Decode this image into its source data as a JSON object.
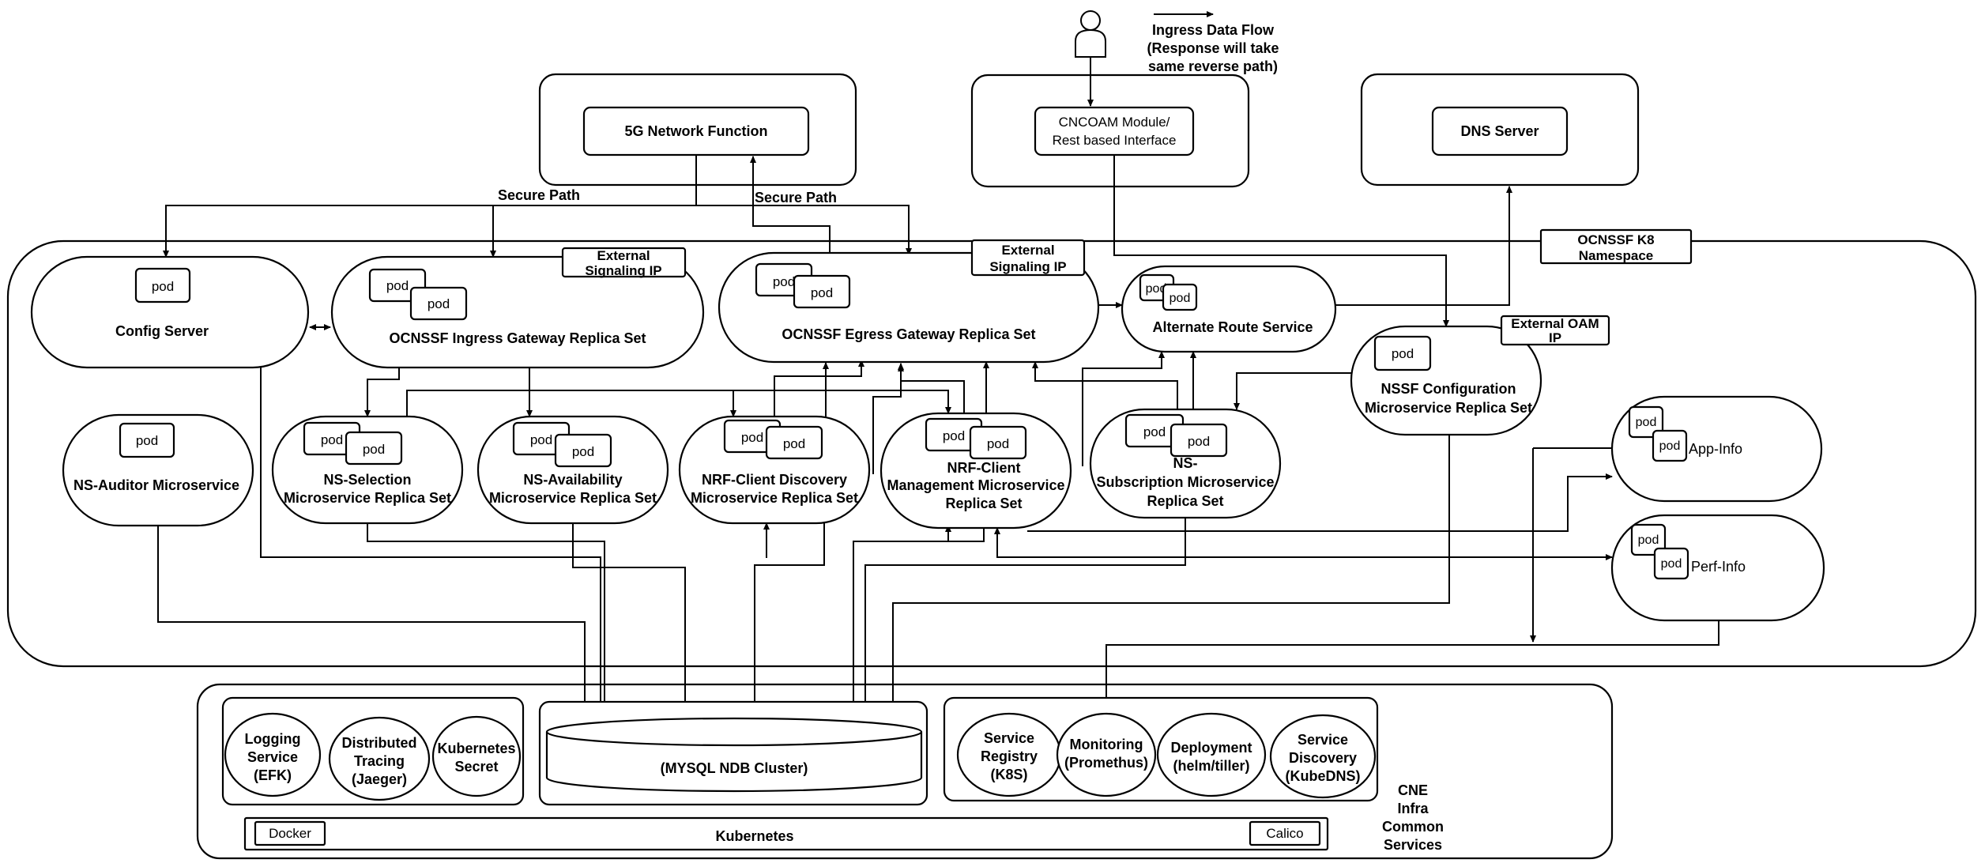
{
  "legend": {
    "flow_title": "Ingress Data Flow",
    "flow_note_1": "(Response will take",
    "flow_note_2": "same reverse path)"
  },
  "labels": {
    "secure_path": "Secure Path",
    "external_signaling_ip_1": "External",
    "external_signaling_ip_2": "Signaling IP",
    "external_oam_ip_1": "External OAM",
    "external_oam_ip_2": "IP",
    "namespace_1": "OCNSSF K8",
    "namespace_2": "Namespace",
    "pod": "pod"
  },
  "external": {
    "network_function": "5G Network Function",
    "cncoam_1": "CNCOAM Module/",
    "cncoam_2": "Rest based Interface",
    "dns": "DNS Server"
  },
  "services": {
    "config_server": "Config Server",
    "ingress_gateway": "OCNSSF Ingress Gateway Replica Set",
    "egress_gateway": "OCNSSF Egress Gateway Replica Set",
    "alternate_route": "Alternate Route Service",
    "nssf_config_1": "NSSF Configuration",
    "nssf_config_2": "Microservice Replica Set",
    "ns_auditor": "NS-Auditor Microservice",
    "ns_selection_1": "NS-Selection",
    "ns_selection_2": "Microservice Replica Set",
    "ns_availability_1": "NS-Availability",
    "ns_availability_2": "Microservice Replica Set",
    "nrf_discovery_1": "NRF-Client Discovery",
    "nrf_discovery_2": "Microservice Replica Set",
    "nrf_management_1": "NRF-Client",
    "nrf_management_2": "Management Microservice",
    "nrf_management_3": "Replica Set",
    "ns_subscription_1": "NS-",
    "ns_subscription_2": "Subscription Microservice",
    "ns_subscription_3": "Replica Set",
    "app_info": "App-Info",
    "perf_info": "Perf-Info"
  },
  "infra": {
    "logging_1": "Logging",
    "logging_2": "Service",
    "logging_3": "(EFK)",
    "tracing_1": "Distributed",
    "tracing_2": "Tracing",
    "tracing_3": "(Jaeger)",
    "secret_1": "Kubernetes",
    "secret_2": "Secret",
    "db": "(MYSQL NDB Cluster)",
    "registry_1": "Service",
    "registry_2": "Registry",
    "registry_3": "(K8S)",
    "monitoring_1": "Monitoring",
    "monitoring_2": "(Promethus)",
    "deployment_1": "Deployment",
    "deployment_2": "(helm/tiller)",
    "discovery_1": "Service",
    "discovery_2": "Discovery",
    "discovery_3": "(KubeDNS)",
    "kubernetes": "Kubernetes",
    "docker": "Docker",
    "calico": "Calico",
    "cne_1": "CNE",
    "cne_2": "Infra",
    "cne_3": "Common",
    "cne_4": "Services"
  }
}
